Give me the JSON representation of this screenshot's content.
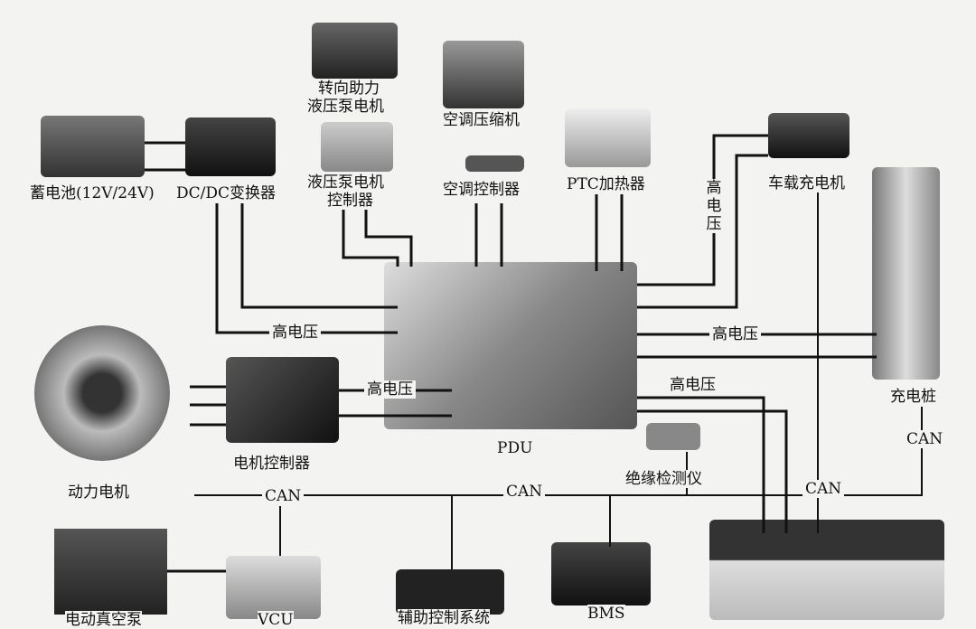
{
  "labels": {
    "battery12v": "蓄电池(12V/24V)",
    "dcdc": "DC/DC变换器",
    "steering_pump_motor_1": "转向助力",
    "steering_pump_motor_2": "液压泵电机",
    "pump_controller_1": "液压泵电机",
    "pump_controller_2": "控制器",
    "ac_compressor": "空调压缩机",
    "ac_controller": "空调控制器",
    "ptc_heater": "PTC加热器",
    "onboard_charger": "车载充电机",
    "charging_pile": "充电桩",
    "pdu": "PDU",
    "motor_controller": "电机控制器",
    "traction_motor": "动力电机",
    "insulation_detector": "绝缘检测仪",
    "vacuum_pump": "电动真空泵",
    "vcu": "VCU",
    "aux_control": "辅助控制系统",
    "bms": "BMS"
  },
  "line_labels": {
    "hv_left": "高电压",
    "hv_right": "高电压",
    "hv_mc": "高电压",
    "hv_battery": "高电压",
    "hv_vertical": "高电压",
    "can_left": "CAN",
    "can_mid": "CAN",
    "can_right": "CAN",
    "can_pile": "CAN"
  }
}
